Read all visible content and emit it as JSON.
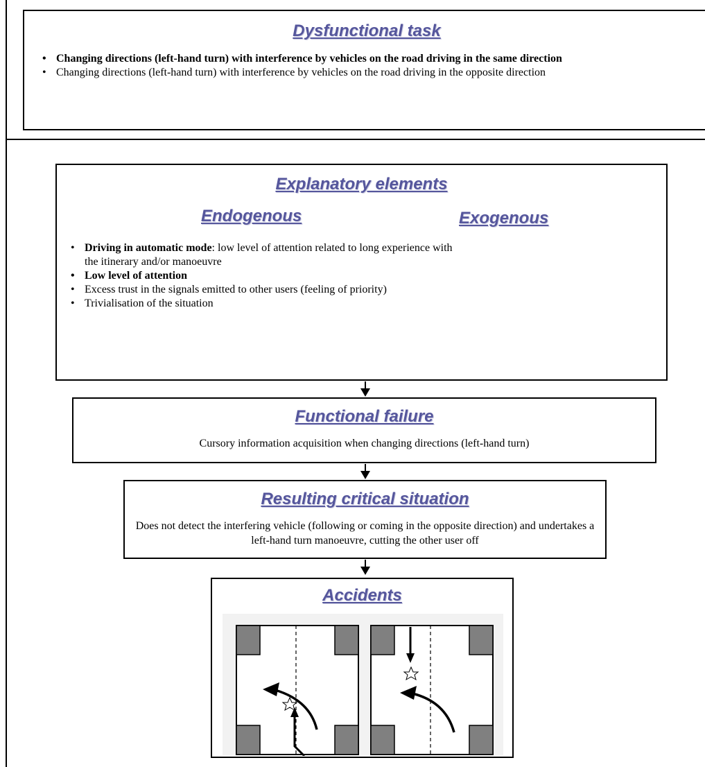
{
  "dysfunctional_task": {
    "title": "Dysfunctional task",
    "items": [
      "Changing directions (left-hand turn) with interference by vehicles on the road driving in the same direction",
      "Changing directions (left-hand turn) with interference by vehicles on the road driving in the opposite direction"
    ]
  },
  "explanatory": {
    "title": "Explanatory elements",
    "endogenous_title": "Endogenous",
    "exogenous_title": "Exogenous",
    "item1_bold": "Driving in automatic mode",
    "item1_rest": ": low level of attention related to long experience with the itinerary and/or manoeuvre",
    "item2": "Low level of attention",
    "item3": "Excess trust in the signals emitted to other users (feeling of priority)",
    "item4": "Trivialisation of the situation"
  },
  "functional_failure": {
    "title": "Functional failure",
    "text": "Cursory information acquisition when changing directions (left-hand turn)"
  },
  "critical_situation": {
    "title": "Resulting critical situation",
    "text": "Does not detect the interfering vehicle (following or coming in the opposite direction) and undertakes a left-hand turn manoeuvre, cutting the other user off"
  },
  "accidents": {
    "title": "Accidents",
    "diagram_1": "left turn cut off by following vehicle",
    "diagram_2": "left turn cut off by oncoming vehicle"
  },
  "colors": {
    "heading": "#55569c",
    "building": "#808080",
    "panel": "#f2f2f2"
  }
}
